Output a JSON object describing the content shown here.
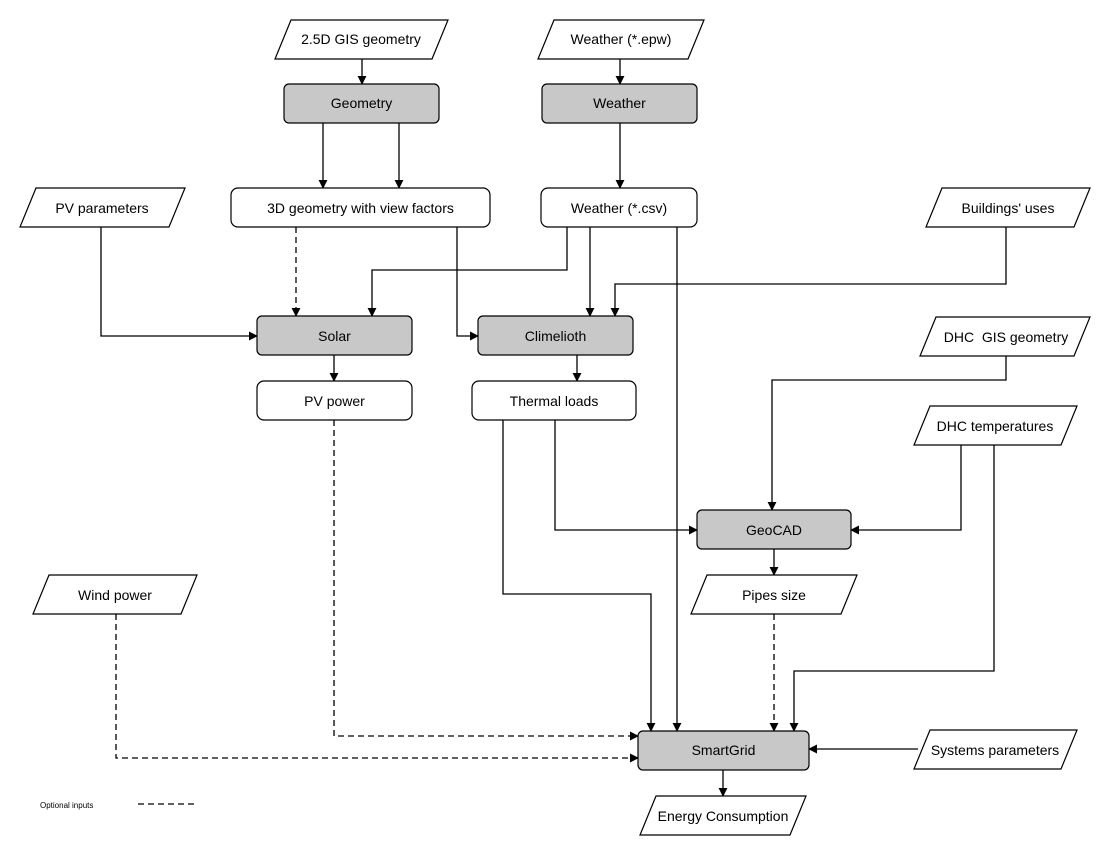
{
  "nodes": {
    "gis_geometry": {
      "label": "2.5D GIS geometry",
      "kind": "input"
    },
    "weather_epw": {
      "label": "Weather (*.epw)",
      "kind": "input"
    },
    "geometry": {
      "label": "Geometry",
      "kind": "process"
    },
    "weather": {
      "label": "Weather",
      "kind": "process"
    },
    "pv_parameters": {
      "label": "PV parameters",
      "kind": "input"
    },
    "geometry_3d": {
      "label": "3D geometry with view factors",
      "kind": "data"
    },
    "weather_csv": {
      "label": "Weather (*.csv)",
      "kind": "data"
    },
    "buildings_uses": {
      "label": "Buildings' uses",
      "kind": "input"
    },
    "solar": {
      "label": "Solar",
      "kind": "process"
    },
    "climelioth": {
      "label": "Climelioth",
      "kind": "process"
    },
    "dhc_gis": {
      "label": "DHC  GIS geometry",
      "kind": "input"
    },
    "pv_power": {
      "label": "PV power",
      "kind": "data"
    },
    "thermal_loads": {
      "label": "Thermal loads",
      "kind": "data"
    },
    "dhc_temperatures": {
      "label": "DHC temperatures",
      "kind": "input"
    },
    "geocad": {
      "label": "GeoCAD",
      "kind": "process"
    },
    "wind_power": {
      "label": "Wind power",
      "kind": "input"
    },
    "pipes_size": {
      "label": "Pipes size",
      "kind": "input"
    },
    "smartgrid": {
      "label": "SmartGrid",
      "kind": "process"
    },
    "systems_parameters": {
      "label": "Systems parameters",
      "kind": "input"
    },
    "energy_consumption": {
      "label": "Energy Consumption",
      "kind": "input"
    }
  },
  "legend": {
    "optional_label": "Optional inputs"
  },
  "colors": {
    "process_fill": "#c8c8c8",
    "stroke": "#000000",
    "background": "#ffffff"
  },
  "edges": [
    {
      "from": "gis_geometry",
      "to": "geometry",
      "style": "solid"
    },
    {
      "from": "weather_epw",
      "to": "weather",
      "style": "solid"
    },
    {
      "from": "geometry",
      "to": "geometry_3d",
      "style": "solid"
    },
    {
      "from": "geometry",
      "to": "geometry_3d",
      "style": "solid"
    },
    {
      "from": "weather",
      "to": "weather_csv",
      "style": "solid"
    },
    {
      "from": "geometry_3d",
      "to": "solar",
      "style": "dashed"
    },
    {
      "from": "geometry_3d",
      "to": "climelioth",
      "style": "solid"
    },
    {
      "from": "pv_parameters",
      "to": "solar",
      "style": "solid"
    },
    {
      "from": "weather_csv",
      "to": "solar",
      "style": "solid"
    },
    {
      "from": "weather_csv",
      "to": "climelioth",
      "style": "solid"
    },
    {
      "from": "buildings_uses",
      "to": "climelioth",
      "style": "solid"
    },
    {
      "from": "weather_csv",
      "to": "smartgrid",
      "style": "solid"
    },
    {
      "from": "solar",
      "to": "pv_power",
      "style": "solid"
    },
    {
      "from": "climelioth",
      "to": "thermal_loads",
      "style": "solid"
    },
    {
      "from": "dhc_gis",
      "to": "geocad",
      "style": "solid"
    },
    {
      "from": "thermal_loads",
      "to": "geocad",
      "style": "solid"
    },
    {
      "from": "dhc_temperatures",
      "to": "geocad",
      "style": "solid"
    },
    {
      "from": "geocad",
      "to": "pipes_size",
      "style": "solid"
    },
    {
      "from": "thermal_loads",
      "to": "smartgrid",
      "style": "solid"
    },
    {
      "from": "pv_power",
      "to": "smartgrid",
      "style": "dashed"
    },
    {
      "from": "wind_power",
      "to": "smartgrid",
      "style": "dashed"
    },
    {
      "from": "pipes_size",
      "to": "smartgrid",
      "style": "dashed"
    },
    {
      "from": "dhc_temperatures",
      "to": "smartgrid",
      "style": "solid"
    },
    {
      "from": "systems_parameters",
      "to": "smartgrid",
      "style": "solid"
    },
    {
      "from": "smartgrid",
      "to": "energy_consumption",
      "style": "solid"
    }
  ]
}
